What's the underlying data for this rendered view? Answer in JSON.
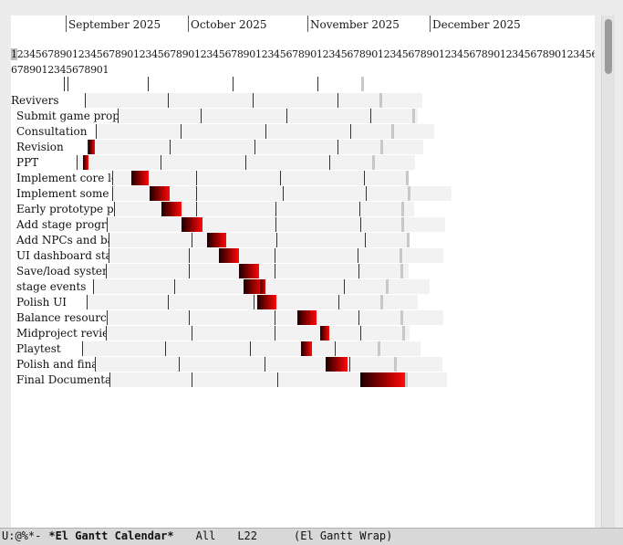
{
  "months": [
    "September 2025",
    "October 2025",
    "November 2025",
    "December 2025"
  ],
  "day_row_1": "1234567890123456789012345678901234567890123456789012345678901234567890123456789012345678901234567890123456789012345",
  "day_row_2": "67890123456789 01",
  "day_row_2_text": "678901234567890 1",
  "day_row_2_exact": "6789012345678901",
  "group": {
    "label": "Revivers"
  },
  "tasks": [
    {
      "label": "Submit game propos-",
      "progress": 1
    },
    {
      "label": "Consultation",
      "progress": 1
    },
    {
      "label": "Revision",
      "progress": 1
    },
    {
      "label": "PPT",
      "progress": 1
    },
    {
      "label": "Implement core loo",
      "progress": 1
    },
    {
      "label": "Implement some ac.",
      "progress": 1
    },
    {
      "label": "Early prototype p.",
      "progress": 1
    },
    {
      "label": "Add stage progres.",
      "progress": 1
    },
    {
      "label": "Add NPCs and basi.",
      "progress": 1
    },
    {
      "label": "UI dashboard  sta.",
      "progress": 1
    },
    {
      "label": "Save/load system",
      "progress": 1
    },
    {
      "label": "stage events",
      "progress": 1
    },
    {
      "label": "Polish UI",
      "progress": 1
    },
    {
      "label": "Balance resource .",
      "progress": 1
    },
    {
      "label": "Midproject review",
      "progress": 1
    },
    {
      "label": "Playtest",
      "progress": 1
    },
    {
      "label": "Polish and final .",
      "progress": 1
    },
    {
      "label": "Final Documentati.",
      "progress": 1
    }
  ],
  "modeline": {
    "status": "U:@%*-",
    "buffer": "*El Gantt Calendar*",
    "position": "All",
    "line": "L22",
    "mode": "(El Gantt Wrap)"
  },
  "colors": {
    "bar_dark": "#1a0000",
    "bar_bright": "#ff0a0a",
    "row_band": "#f2f2f2",
    "background": "#ffffff"
  }
}
